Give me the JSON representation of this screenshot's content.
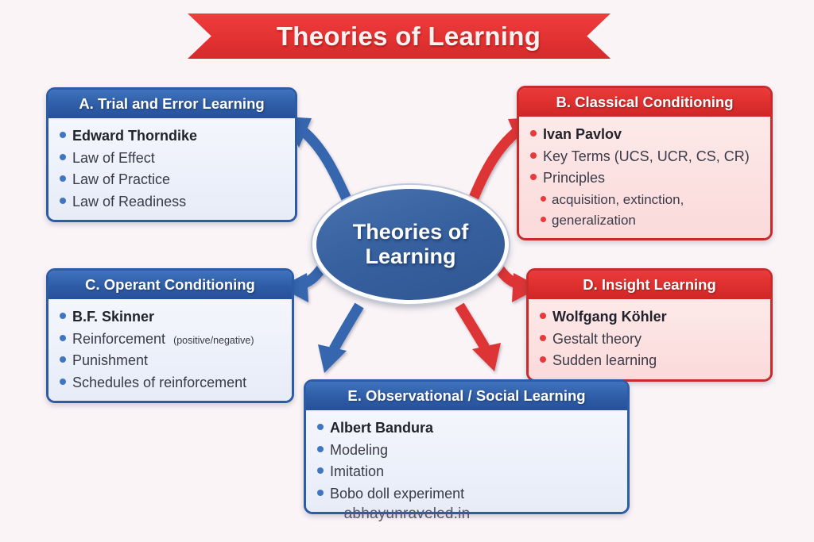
{
  "title": "Theories of Learning",
  "hub": {
    "line1": "Theories of",
    "line2": "Learning"
  },
  "footer": "abhayunraveled.in",
  "colors": {
    "background": "#faf4f7",
    "blue_header": "#2f5ca6",
    "blue_body": "#eef1fa",
    "blue_bullet": "#3f76c4",
    "red_header": "#de2f2f",
    "red_body": "#fce3e3",
    "red_bullet": "#e8393c",
    "ribbon": "#e33232",
    "hub_fill": "#37619f",
    "text": "#3a3a48"
  },
  "cards": [
    {
      "id": "a",
      "theme": "blue",
      "title": "A. Trial and Error Learning",
      "items": [
        {
          "text": "Edward Thorndike",
          "bold": true,
          "sub": false
        },
        {
          "text": "Law of Effect",
          "bold": false,
          "sub": false
        },
        {
          "text": "Law of Practice",
          "bold": false,
          "sub": false
        },
        {
          "text": "Law of Readiness",
          "bold": false,
          "sub": false
        }
      ]
    },
    {
      "id": "b",
      "theme": "red",
      "title": "B. Classical Conditioning",
      "items": [
        {
          "text": "Ivan Pavlov",
          "bold": true,
          "sub": false
        },
        {
          "text": "Key Terms (UCS, UCR, CS, CR)",
          "bold": false,
          "sub": false
        },
        {
          "text": "Principles",
          "bold": false,
          "sub": false
        },
        {
          "text": "acquisition, extinction,",
          "bold": false,
          "sub": true
        },
        {
          "text": "generalization",
          "bold": false,
          "sub": true
        }
      ]
    },
    {
      "id": "c",
      "theme": "blue",
      "title": "C. Operant Conditioning",
      "items": [
        {
          "text": "B.F. Skinner",
          "bold": true,
          "sub": false
        },
        {
          "text": "Reinforcement",
          "note": "(positive/negative)",
          "bold": false,
          "sub": false
        },
        {
          "text": "Punishment",
          "bold": false,
          "sub": false
        },
        {
          "text": "Schedules of reinforcement",
          "bold": false,
          "sub": false
        }
      ]
    },
    {
      "id": "d",
      "theme": "red",
      "title": "D. Insight Learning",
      "items": [
        {
          "text": "Wolfgang Köhler",
          "bold": true,
          "sub": false
        },
        {
          "text": "Gestalt theory",
          "bold": false,
          "sub": false
        },
        {
          "text": "Sudden learning",
          "bold": false,
          "sub": false
        }
      ]
    },
    {
      "id": "e",
      "theme": "blue",
      "title": "E. Observational / Social Learning",
      "items": [
        {
          "text": "Albert Bandura",
          "bold": true,
          "sub": false
        },
        {
          "text": "Modeling",
          "bold": false,
          "sub": false
        },
        {
          "text": "Imitation",
          "bold": false,
          "sub": false
        },
        {
          "text": "Bobo doll experiment",
          "bold": false,
          "sub": false
        }
      ]
    }
  ],
  "arrows": [
    {
      "name": "arrow-hub-to-trial-and-error",
      "color": "#3566ae",
      "target": "a"
    },
    {
      "name": "arrow-hub-to-classical-conditioning",
      "color": "#dd3434",
      "target": "b"
    },
    {
      "name": "arrow-hub-to-operant-conditioning",
      "color": "#3566ae",
      "target": "c"
    },
    {
      "name": "arrow-hub-to-insight-learning",
      "color": "#dd3434",
      "target": "d"
    },
    {
      "name": "arrow-hub-to-observational-learning",
      "color": "#3566ae",
      "target": "e"
    }
  ]
}
